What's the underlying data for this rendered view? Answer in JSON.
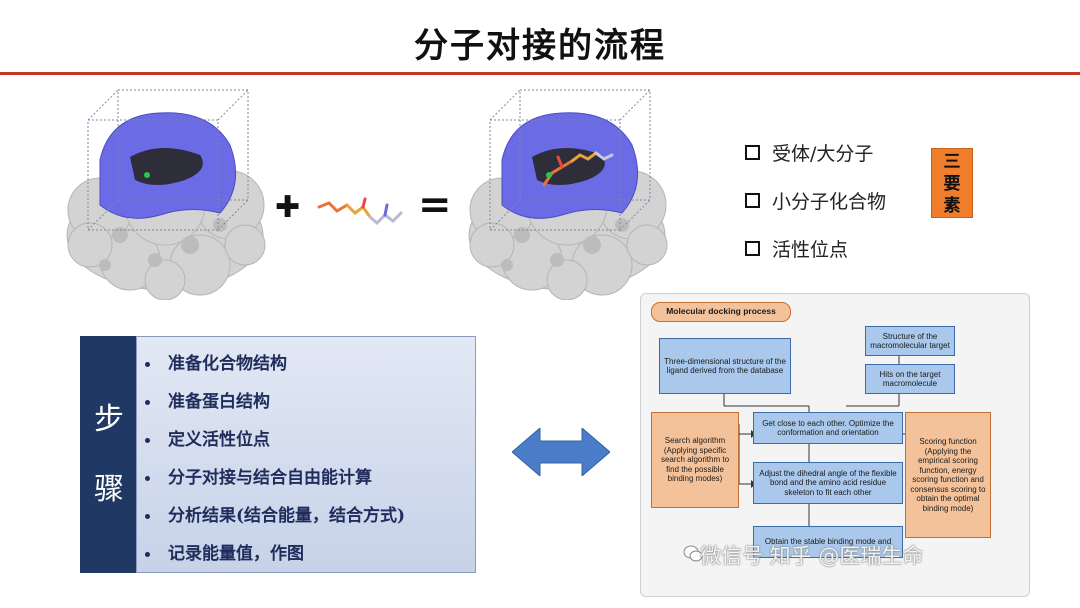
{
  "slide": {
    "title": "分子对接的流程"
  },
  "equation": {
    "plus": "✚",
    "equals": "="
  },
  "elements": {
    "items": [
      "受体/大分子",
      "小分子化合物",
      "活性位点"
    ],
    "badge": [
      "三",
      "要",
      "素"
    ]
  },
  "steps": {
    "label_chars": [
      "步",
      "骤"
    ],
    "items": [
      "准备化合物结构",
      "准备蛋白结构",
      "定义活性位点",
      "分子对接与结合自由能计算",
      "分析结果(结合能量，结合方式)",
      "记录能量值，作图"
    ]
  },
  "flowchart": {
    "title": "Molecular docking process",
    "ligand": "Three-dimensional structure of the ligand derived from the database",
    "target": "Structure of the macromolecular target",
    "hits": "Hits on the target macromolecule",
    "search": "Search algorithm (Applying specific search algorithm to find the possible binding modes)",
    "step1": "Get close to each other. Optimize the conformation and orientation",
    "step2": "Adjust the dihedral angle of the flexible bond and the amino acid residue skeleton to fit each other",
    "step3": "Obtain the stable binding mode and",
    "scoring": "Scoring function (Applying the empirical scoring function, energy scoring function and consensus scoring to obtain the optimal binding mode)"
  },
  "watermark": {
    "text": "微信号  知乎 @医瑞生命"
  },
  "colors": {
    "title_rule": "#c0392b",
    "steps_label_bg": "#1f3864",
    "badge_bg": "#ef7d2c",
    "protein_surface": "#d2d2d2",
    "binding_pocket": "#6b6be6",
    "arrow": "#4a7cc7"
  }
}
